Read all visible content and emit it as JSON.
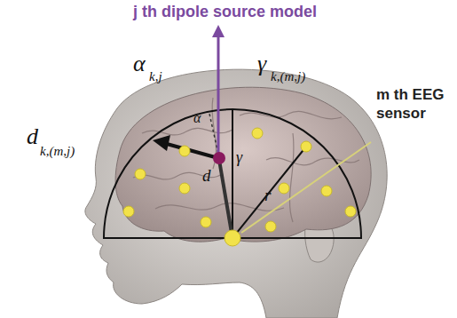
{
  "diagram": {
    "labels": [
      "j th dipole source model",
      "α",
      "k,j",
      "γ",
      "k,(m,j)",
      "m th EEG sensor",
      "d",
      "k,(m,j)",
      "α",
      "γ",
      "d",
      "r"
    ]
  }
}
